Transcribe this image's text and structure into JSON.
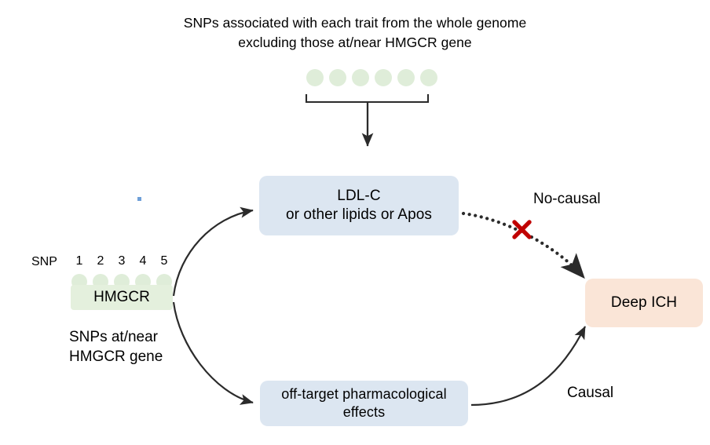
{
  "title": {
    "text": "SNPs associated with each trait from the whole genome\nexcluding those at/near HMGCR gene"
  },
  "colors": {
    "dot_green": "#dfedd9",
    "gene_bar_green": "#e4f0dd",
    "box_blue": "#dce6f1",
    "box_peach": "#fae5d7",
    "stroke_dark": "#2b2b2b",
    "x_mark_red": "#c00000",
    "text_black": "#000000"
  },
  "top_instrument_panel": {
    "dot_count": 6,
    "dots": [
      "snp-dot",
      "snp-dot",
      "snp-dot",
      "snp-dot",
      "snp-dot",
      "snp-dot"
    ]
  },
  "gene_panel": {
    "snp_label": "SNP",
    "snp_numbers": [
      "1",
      "2",
      "3",
      "4",
      "5"
    ],
    "dot_count": 5,
    "dots": [
      "snp-dot",
      "snp-dot",
      "snp-dot",
      "snp-dot",
      "snp-dot"
    ],
    "gene_bar_label": "HMGCR",
    "caption": "SNPs at/near\nHMGCR gene"
  },
  "nodes": {
    "exposure": {
      "label": "LDL-C\nor other lipids or Apos"
    },
    "off_target": {
      "label": "off-target pharmacological\neffects"
    },
    "outcome": {
      "label": "Deep ICH"
    }
  },
  "edges": {
    "no_causal": {
      "label": "No-causal",
      "style": "dotted",
      "blocked": true,
      "block_marker": "x-mark"
    },
    "causal": {
      "label": "Causal",
      "style": "solid",
      "blocked": false
    }
  }
}
